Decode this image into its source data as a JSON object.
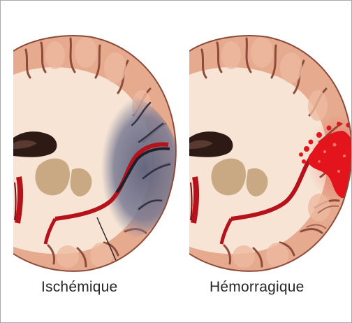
{
  "labels": {
    "left": "Ischémique",
    "right": "Hémorragique"
  },
  "colors": {
    "cortex": "#e6aa8f",
    "white_matter": "#f7e4d4",
    "sulcus": "#8e4a3a",
    "vessel": "#b5121b",
    "ischemic_zone": "#5e607a",
    "hemorrhage": "#e3141c",
    "nuclei": "#c9a884"
  },
  "icons": {
    "left": "ischemic-brain-section",
    "right": "hemorrhagic-brain-section"
  }
}
